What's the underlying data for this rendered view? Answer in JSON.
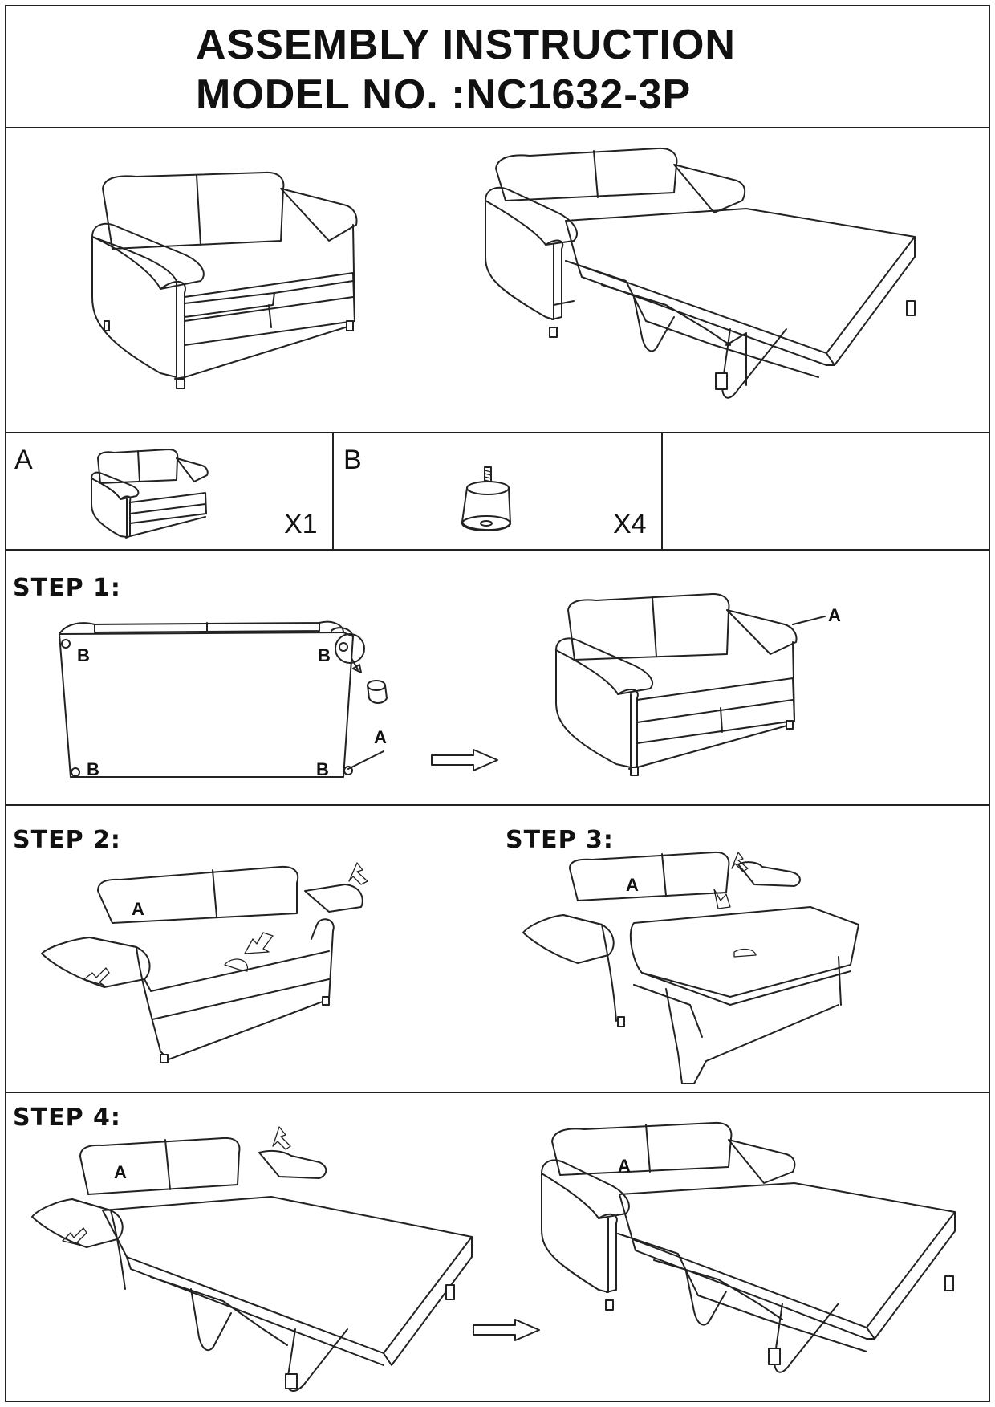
{
  "header": {
    "title_line1": "ASSEMBLY INSTRUCTION",
    "title_line2": "MODEL NO. :NC1632-3P"
  },
  "parts": [
    {
      "letter": "A",
      "quantity": "X1",
      "icon": "sofa-icon"
    },
    {
      "letter": "B",
      "quantity": "X4",
      "icon": "foot-peg-icon"
    }
  ],
  "steps": [
    {
      "label": "STEP 1:",
      "callouts": [
        "B",
        "B",
        "B",
        "B",
        "A",
        "A"
      ]
    },
    {
      "label": "STEP 2:",
      "callouts": [
        "A"
      ]
    },
    {
      "label": "STEP 3:",
      "callouts": [
        "A"
      ]
    },
    {
      "label": "STEP 4:",
      "callouts": [
        "A",
        "A"
      ]
    }
  ]
}
